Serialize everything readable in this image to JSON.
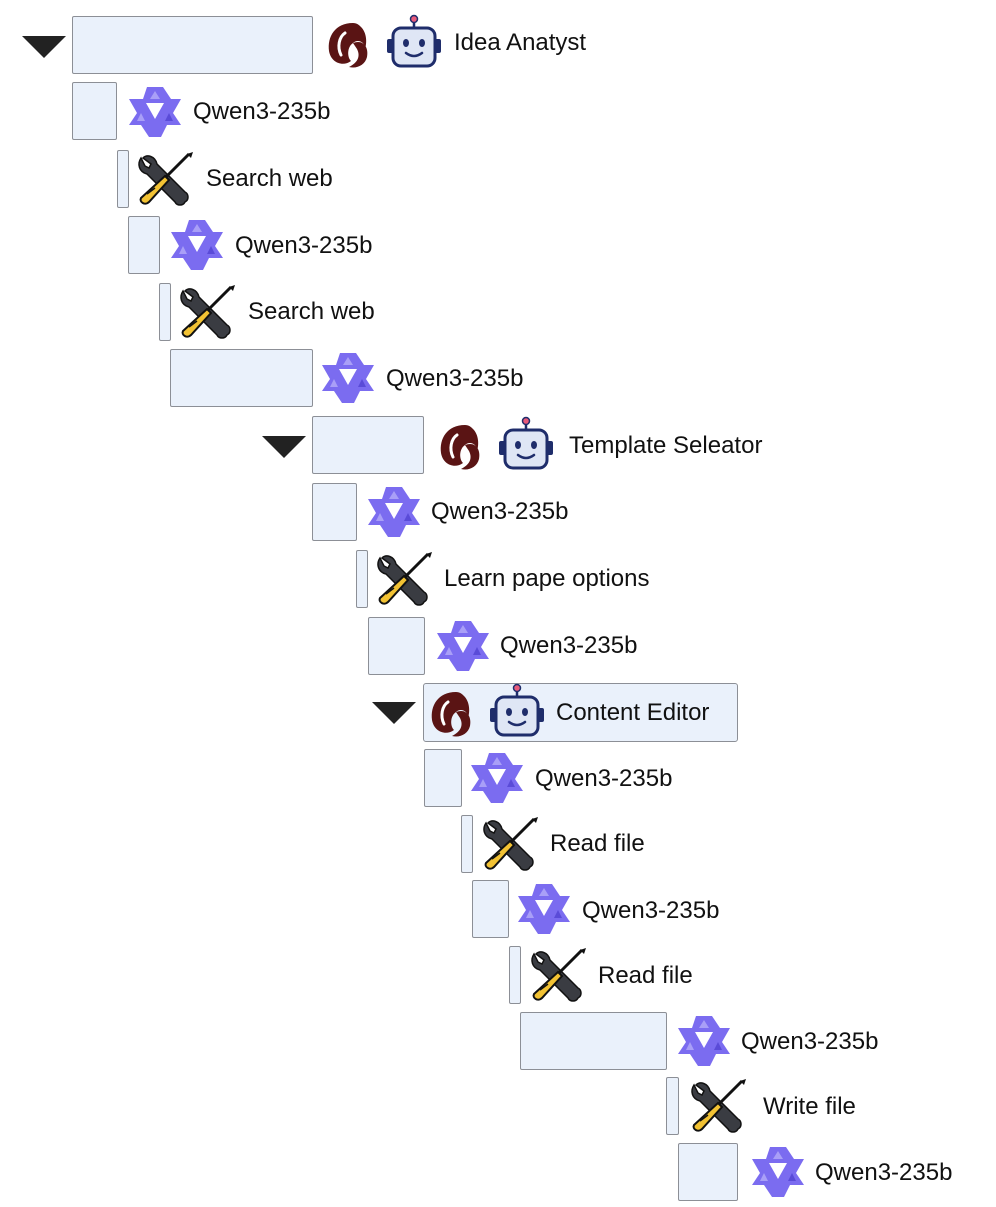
{
  "rows": [
    {
      "kind": "agent",
      "label": "Idea Anatyst",
      "icon": "agent-robot-icon",
      "brand_icon": "camel-logo-icon",
      "collapsible": true
    },
    {
      "kind": "llm",
      "label": "Qwen3-235b",
      "icon": "qwen-logo-icon"
    },
    {
      "kind": "tool",
      "label": "Search web",
      "icon": "wrench-screwdriver-icon"
    },
    {
      "kind": "llm",
      "label": "Qwen3-235b",
      "icon": "qwen-logo-icon"
    },
    {
      "kind": "tool",
      "label": "Search web",
      "icon": "wrench-screwdriver-icon"
    },
    {
      "kind": "llm",
      "label": "Qwen3-235b",
      "icon": "qwen-logo-icon"
    },
    {
      "kind": "agent",
      "label": "Template Seleator",
      "icon": "agent-robot-icon",
      "brand_icon": "camel-logo-icon",
      "collapsible": true
    },
    {
      "kind": "llm",
      "label": "Qwen3-235b",
      "icon": "qwen-logo-icon"
    },
    {
      "kind": "tool",
      "label": "Learn pape options",
      "icon": "wrench-screwdriver-icon"
    },
    {
      "kind": "llm",
      "label": "Qwen3-235b",
      "icon": "qwen-logo-icon"
    },
    {
      "kind": "agent",
      "label": "Content Editor",
      "icon": "agent-robot-icon",
      "brand_icon": "camel-logo-icon",
      "collapsible": true,
      "selected": true
    },
    {
      "kind": "llm",
      "label": "Qwen3-235b",
      "icon": "qwen-logo-icon"
    },
    {
      "kind": "tool",
      "label": "Read file",
      "icon": "wrench-screwdriver-icon"
    },
    {
      "kind": "llm",
      "label": "Qwen3-235b",
      "icon": "qwen-logo-icon"
    },
    {
      "kind": "tool",
      "label": "Read file",
      "icon": "wrench-screwdriver-icon"
    },
    {
      "kind": "llm",
      "label": "Qwen3-235b",
      "icon": "qwen-logo-icon"
    },
    {
      "kind": "tool",
      "label": "Write file",
      "icon": "wrench-screwdriver-icon"
    },
    {
      "kind": "llm",
      "label": "Qwen3-235b",
      "icon": "qwen-logo-icon"
    }
  ],
  "colors": {
    "bar_fill": "#eaf1fb",
    "bar_border": "#8c8f96",
    "qwen_purple": "#7b6cf0",
    "camel_brown": "#5a1414",
    "robot_navy": "#1f2d6b",
    "robot_face": "#dfe6f5",
    "tool_handle": "#f2c233",
    "caret": "#222222"
  }
}
